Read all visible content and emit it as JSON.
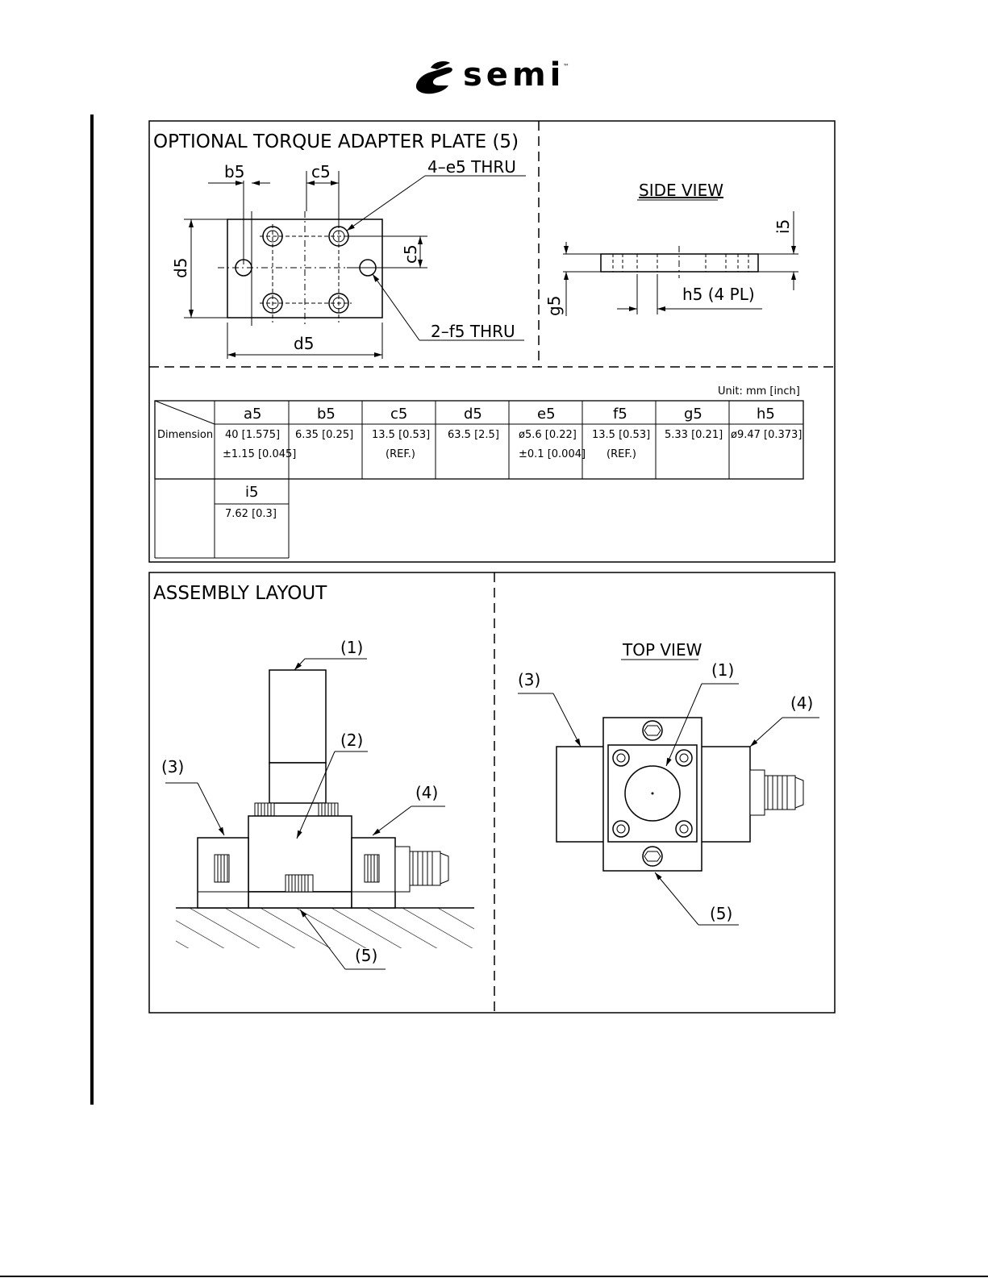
{
  "logo": {
    "word": "semi",
    "tm": "™"
  },
  "torque_plate": {
    "title": "OPTIONAL TORQUE ADAPTER PLATE (5)",
    "labels": {
      "b5": "b5",
      "c5": "c5",
      "e5_thru": "4–e5 THRU",
      "f5_thru": "2–f5 THRU",
      "d5_left": "d5",
      "d5_bottom": "d5",
      "c5_right": "c5"
    },
    "side_view": {
      "title": "SIDE VIEW",
      "i5": "i5",
      "g5": "g5",
      "h5": "h5 (4 PL)"
    }
  },
  "table": {
    "unit": "Unit: mm [inch]",
    "row_label": "Dimension",
    "columns": [
      {
        "header": "a5",
        "line1": "40 [1.575]",
        "line2": "±1.15 [0.045]"
      },
      {
        "header": "b5",
        "line1": "6.35 [0.25]",
        "line2": ""
      },
      {
        "header": "c5",
        "line1": "13.5 [0.53]",
        "line2": "(REF.)"
      },
      {
        "header": "d5",
        "line1": "63.5 [2.5]",
        "line2": ""
      },
      {
        "header": "e5",
        "line1": "ø5.6 [0.22]",
        "line2": "±0.1 [0.004]"
      },
      {
        "header": "f5",
        "line1": "13.5 [0.53]",
        "line2": "(REF.)"
      },
      {
        "header": "g5",
        "line1": "5.33 [0.21]",
        "line2": ""
      },
      {
        "header": "h5",
        "line1": "ø9.47 [0.373]",
        "line2": ""
      }
    ],
    "extra": {
      "header": "i5",
      "line1": "7.62 [0.3]"
    }
  },
  "assembly": {
    "title": "ASSEMBLY LAYOUT",
    "callouts": {
      "c1": "(1)",
      "c2": "(2)",
      "c3": "(3)",
      "c4": "(4)",
      "c5": "(5)"
    },
    "top_view": {
      "title": "TOP VIEW",
      "c1": "(1)",
      "c3": "(3)",
      "c4": "(4)",
      "c5": "(5)"
    }
  }
}
